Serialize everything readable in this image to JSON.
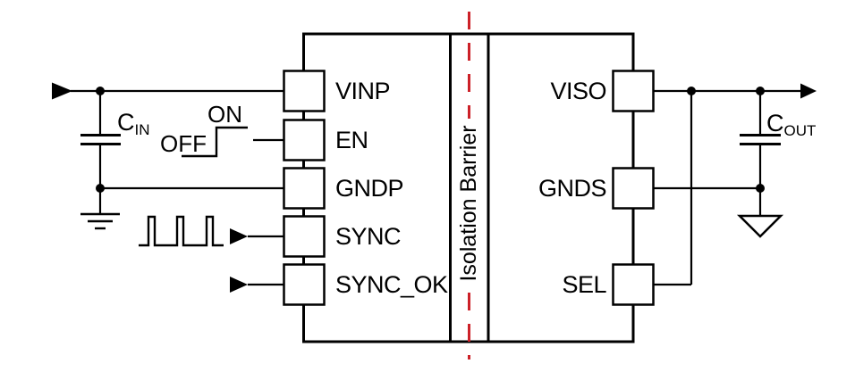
{
  "colors": {
    "line": "#000000",
    "barrier_red": "#CC2128",
    "background": "#ffffff"
  },
  "ic": {
    "barrier_label": "Isolation Barrier",
    "left_pins": [
      {
        "name": "VINP"
      },
      {
        "name": "EN"
      },
      {
        "name": "GNDP"
      },
      {
        "name": "SYNC"
      },
      {
        "name": "SYNC_OK"
      }
    ],
    "right_pins": [
      {
        "name": "VISO"
      },
      {
        "name": "GNDS"
      },
      {
        "name": "SEL"
      }
    ]
  },
  "input_side": {
    "cap_label_main": "C",
    "cap_label_sub": "IN",
    "enable_high_label": "ON",
    "enable_low_label": "OFF"
  },
  "output_side": {
    "cap_label_main": "C",
    "cap_label_sub": "OUT"
  }
}
